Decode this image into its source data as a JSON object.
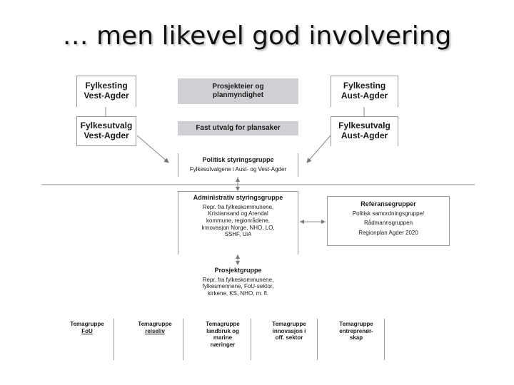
{
  "title": "… men likevel god involvering",
  "fylkesting_vest": [
    "Fylkesting",
    "Vest-Agder"
  ],
  "fylkesting_aust": [
    "Fylkesting",
    "Aust-Agder"
  ],
  "fylkesutvalg_vest": [
    "Fylkesutvalg",
    "Vest-Agder"
  ],
  "fylkesutvalg_aust": [
    "Fylkesutvalg",
    "Aust-Agder"
  ],
  "prosjekteier": [
    "Prosjekteier og",
    "planmyndighet"
  ],
  "fast_utvalg": "Fast utvalg for plansaker",
  "politisk": {
    "heading": "Politisk styringsgruppe",
    "text": "Fylkesutvalgene i Aust- og Vest-Agder"
  },
  "administrativ": {
    "heading": "Administrativ styringsgruppe",
    "lines": [
      "Repr. fra fylkeskommunene,",
      "Kristiansand og Arendal",
      "kommune, regionrådene,",
      "Innovasjon Norge, NHO, LO,",
      "SSHF, UiA"
    ]
  },
  "referanse": {
    "heading": "Referansegrupper",
    "lines": [
      "Politisk samordningsgruppe/",
      "Rådmannsgruppen",
      "Regionplan Agder 2020"
    ]
  },
  "prosjektgruppe": {
    "heading": "Prosjektgruppe",
    "lines": [
      "Repr. fra fylkeskommunene,",
      "fylkesmennene, FoU-sektor,",
      "kirkene, KS, NHO, m. fl."
    ]
  },
  "temagrupper": [
    {
      "line1": "Temagruppe",
      "line2": "FoU",
      "line3": "",
      "line4": ""
    },
    {
      "line1": "Temagruppe",
      "line2": "reiseliv",
      "line3": "",
      "line4": ""
    },
    {
      "line1": "Temagruppe",
      "line2": "landbruk og",
      "line3": "marine",
      "line4": "næringer"
    },
    {
      "line1": "Temagruppe",
      "line2": "innovasjon i",
      "line3": "off. sektor",
      "line4": ""
    },
    {
      "line1": "Temagruppe",
      "line2": "entreprenør-",
      "line3": "skap",
      "line4": ""
    }
  ]
}
